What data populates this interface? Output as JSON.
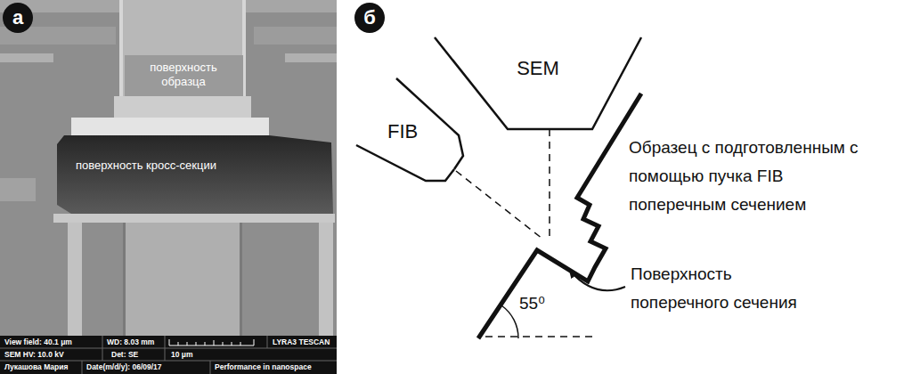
{
  "diagram": {
    "nodes": [
      {
        "text": [
          "SEM"
        ]
      },
      {
        "text": [
          "FIB"
        ]
      }
    ],
    "labels": [
      "а",
      "б",
      "поверхность образца",
      "поверхность кросс-секции",
      "View field: 40.1 μm",
      "WD: 8.03 mm",
      "LYRA3 TESCAN",
      "SEM HV: 10.0 kV",
      "Det: SE",
      "10 μm",
      "Лукашова Мария",
      "Date(m/d/y): 06/09/17",
      "Performance in nanospace",
      "Образец с подготовленным с помощью пучка FIB поперечным сечением",
      "Поверхность поперечного сечения",
      "55⁰"
    ]
  }
}
